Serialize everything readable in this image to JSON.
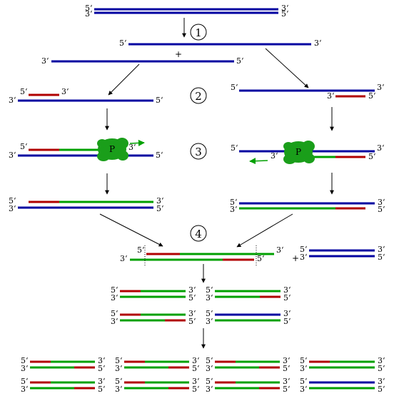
{
  "colors": {
    "template": "#0000a0",
    "primer": "#b00000",
    "new_strand": "#00a000",
    "polymerase": "#1a9e1a"
  },
  "labels": {
    "five_prime": "5‘",
    "three_prime": "3‘",
    "plus": "+",
    "polymerase": "P"
  },
  "steps": [
    "1",
    "2",
    "3",
    "4"
  ]
}
